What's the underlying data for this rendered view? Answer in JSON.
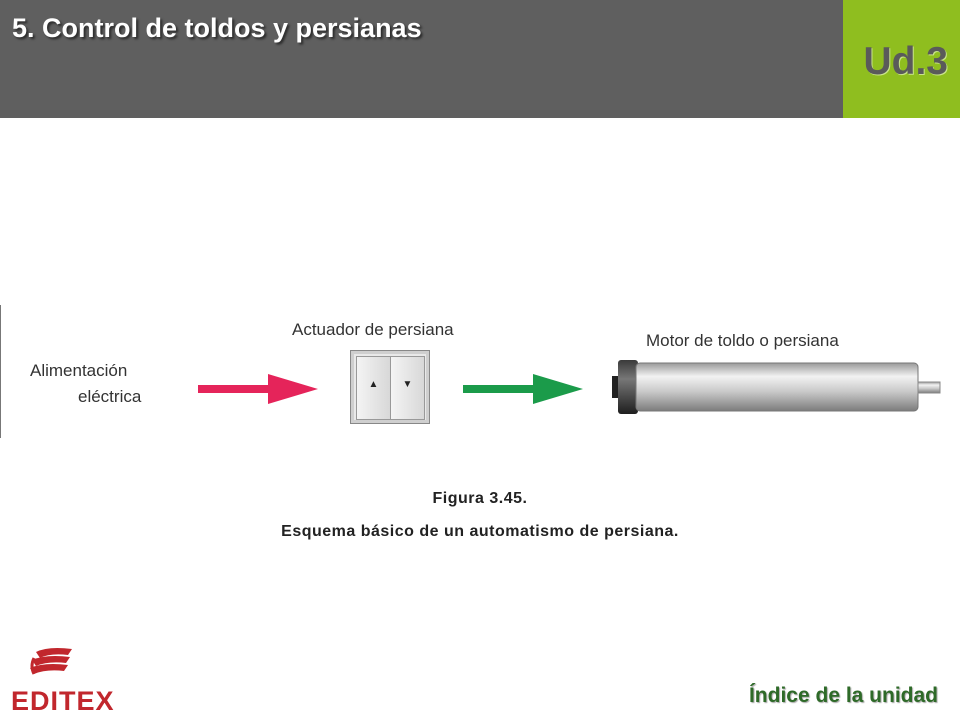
{
  "header": {
    "title": "5. Control de toldos y persianas",
    "unit": "Ud.3"
  },
  "diagram": {
    "input_label_line1": "Alimentación",
    "input_label_line2": "eléctrica",
    "actuator_label": "Actuador de persiana",
    "actuator_up_glyph": "▲",
    "actuator_down_glyph": "▼",
    "motor_label": "Motor de toldo o persiana",
    "arrow_colors": {
      "power": "#e5245a",
      "control": "#1b9b4a"
    }
  },
  "caption": {
    "figure_number": "Figura 3.45.",
    "text": "Esquema básico de un automatismo de persiana."
  },
  "footer": {
    "logo_text": "EDITEX",
    "index_link": "Índice de la unidad"
  },
  "colors": {
    "header_bg": "#5f5f5f",
    "unit_bg": "#8fbe1f",
    "link": "#2e6a28",
    "logo": "#c1272d"
  }
}
